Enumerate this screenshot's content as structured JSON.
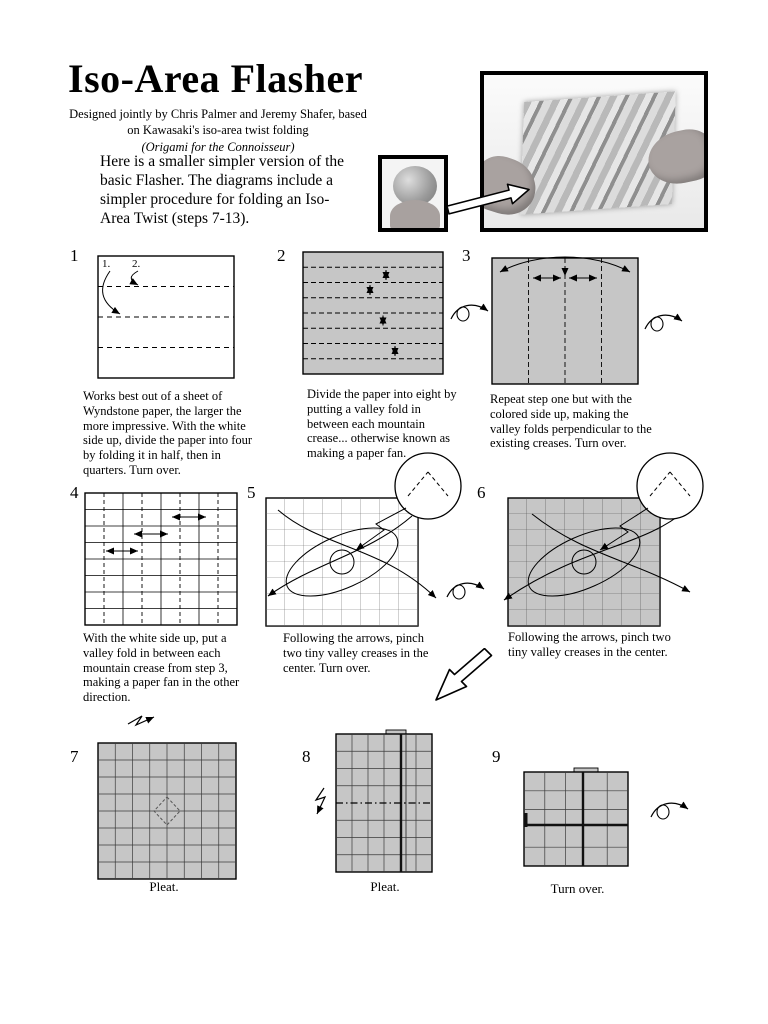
{
  "header": {
    "title": "Iso-Area Flasher",
    "byline1": "Designed jointly by Chris Palmer and Jeremy Shafer, based",
    "byline2": "on Kawasaki's iso-area twist folding",
    "byline3": "(Origami for the Connoisseur)",
    "intro": "Here is a smaller simpler version of the basic Flasher.  The diagrams include a simpler procedure for folding an Iso-Area Twist (steps 7-13)."
  },
  "colors": {
    "paper_gray": "#c6c6c6",
    "line": "#000000"
  },
  "steps": [
    {
      "num": "1",
      "labels": [
        "1.",
        "2."
      ],
      "caption": "Works best out of a sheet of Wyndstone paper, the larger the more impressive.  With the white side up, divide the paper into four by folding it in half, then in quarters. Turn over."
    },
    {
      "num": "2",
      "caption": "Divide the paper into eight by putting a valley fold in between each mountain crease... otherwise known as making a paper fan."
    },
    {
      "num": "3",
      "caption": "Repeat step one but with the colored side up, making the valley folds perpendicular to the existing creases.  Turn over."
    },
    {
      "num": "4",
      "caption": "With the white side up, put a valley fold in between each mountain crease from step 3, making a paper fan in the other direction."
    },
    {
      "num": "5",
      "caption": "Following the arrows, pinch two tiny valley creases in the center.  Turn over."
    },
    {
      "num": "6",
      "caption": "Following the arrows, pinch two tiny valley creases in the center."
    },
    {
      "num": "7",
      "caption": "Pleat."
    },
    {
      "num": "8",
      "caption": "Pleat."
    },
    {
      "num": "9",
      "caption": "Turn over."
    }
  ]
}
